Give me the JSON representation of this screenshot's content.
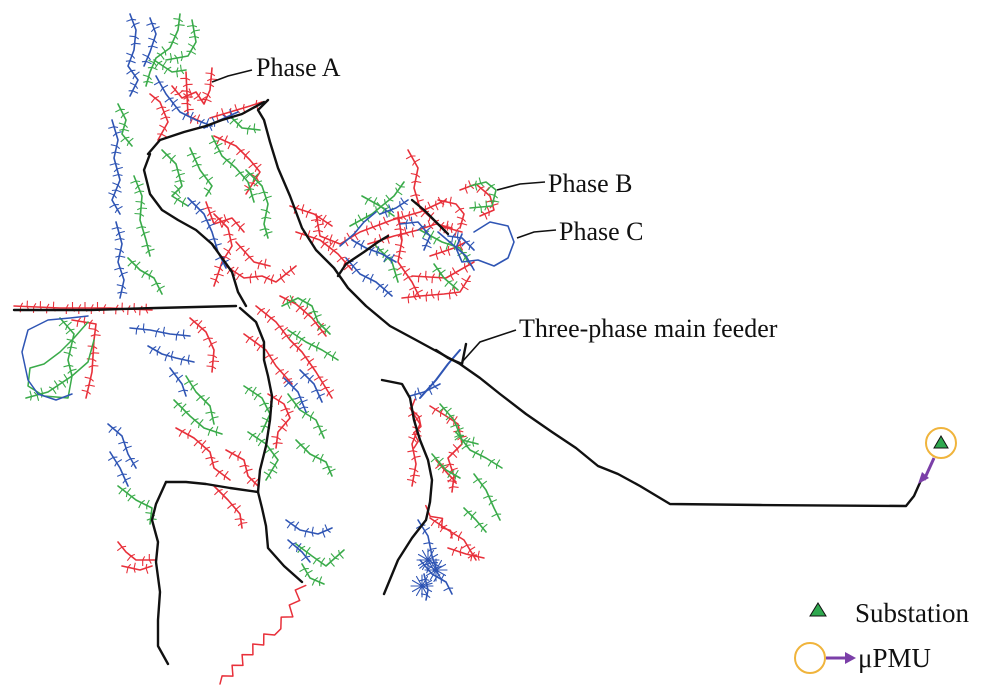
{
  "colors": {
    "phase_a": "#e8303a",
    "phase_b": "#3aab4a",
    "phase_c": "#2f55b4",
    "main_feeder": "#111111",
    "substation_fill": "#2fa84f",
    "pmu_ring": "#f0b43c",
    "pmu_arrow": "#7b3fa8"
  },
  "callouts": {
    "phase_a": "Phase A",
    "phase_b": "Phase B",
    "phase_c": "Phase C",
    "main_feeder": "Three-phase main feeder"
  },
  "legend": {
    "substation": "Substation",
    "pmu": "μPMU"
  },
  "icons": {
    "substation": "triangle-icon",
    "pmu": "circle-arrow-icon"
  }
}
